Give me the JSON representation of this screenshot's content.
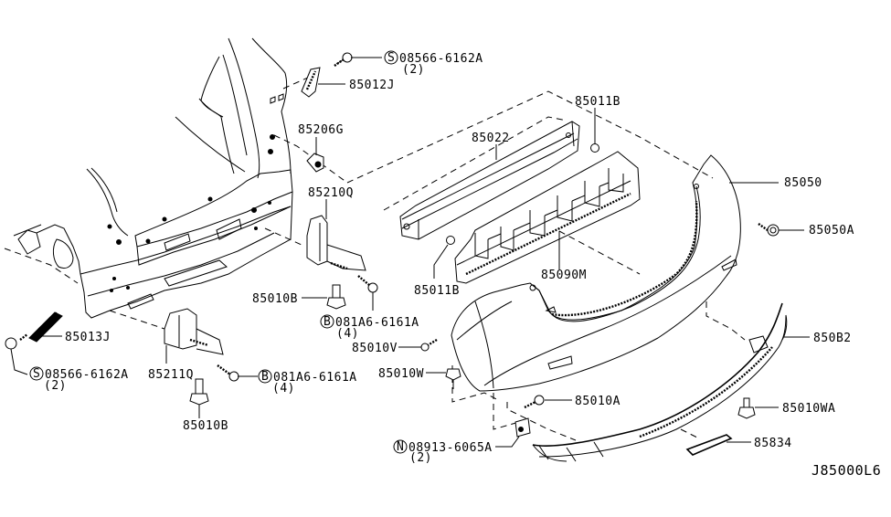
{
  "diagram": {
    "title": "Rear Bumper Parts Diagram",
    "diagram_code": "J85000L6",
    "parts": [
      {
        "id": "bolt-top",
        "prefix": "S",
        "label": "08566-6162A",
        "qty": "(2)"
      },
      {
        "id": "bracket-85012J",
        "prefix": "",
        "label": "85012J",
        "qty": ""
      },
      {
        "id": "nut-85206G",
        "prefix": "",
        "label": "85206G",
        "qty": ""
      },
      {
        "id": "bracket-85210Q",
        "prefix": "",
        "label": "85210Q",
        "qty": ""
      },
      {
        "id": "reinforce-85022",
        "prefix": "",
        "label": "85022",
        "qty": ""
      },
      {
        "id": "nut-85011B-top",
        "prefix": "",
        "label": "85011B",
        "qty": ""
      },
      {
        "id": "nut-85011B-bot",
        "prefix": "",
        "label": "85011B",
        "qty": ""
      },
      {
        "id": "absorber-85090M",
        "prefix": "",
        "label": "85090M",
        "qty": ""
      },
      {
        "id": "fascia-85050",
        "prefix": "",
        "label": "85050",
        "qty": ""
      },
      {
        "id": "clip-85050A",
        "prefix": "",
        "label": "85050A",
        "qty": ""
      },
      {
        "id": "bolt-85010B-r",
        "prefix": "",
        "label": "85010B",
        "qty": ""
      },
      {
        "id": "bolt-081A6-r",
        "prefix": "B",
        "label": "081A6-6161A",
        "qty": "(4)"
      },
      {
        "id": "bolt-85010V",
        "prefix": "",
        "label": "85010V",
        "qty": ""
      },
      {
        "id": "clip-85010W",
        "prefix": "",
        "label": "85010W",
        "qty": ""
      },
      {
        "id": "bracket-85013J",
        "prefix": "",
        "label": "85013J",
        "qty": ""
      },
      {
        "id": "bolt-08566-l",
        "prefix": "S",
        "label": "08566-6162A",
        "qty": "(2)"
      },
      {
        "id": "bracket-85211Q",
        "prefix": "",
        "label": "85211Q",
        "qty": ""
      },
      {
        "id": "bolt-081A6-l",
        "prefix": "B",
        "label": "081A6-6161A",
        "qty": "(4)"
      },
      {
        "id": "bolt-85010B-l",
        "prefix": "",
        "label": "85010B",
        "qty": ""
      },
      {
        "id": "screw-85010A",
        "prefix": "",
        "label": "85010A",
        "qty": ""
      },
      {
        "id": "nut-08913",
        "prefix": "N",
        "label": "08913-6065A",
        "qty": "(2)"
      },
      {
        "id": "lower-85082",
        "prefix": "",
        "label": "850B2",
        "qty": ""
      },
      {
        "id": "clip-85010WA",
        "prefix": "",
        "label": "85010WA",
        "qty": ""
      },
      {
        "id": "reflector-85834",
        "prefix": "",
        "label": "85834",
        "qty": ""
      }
    ]
  }
}
